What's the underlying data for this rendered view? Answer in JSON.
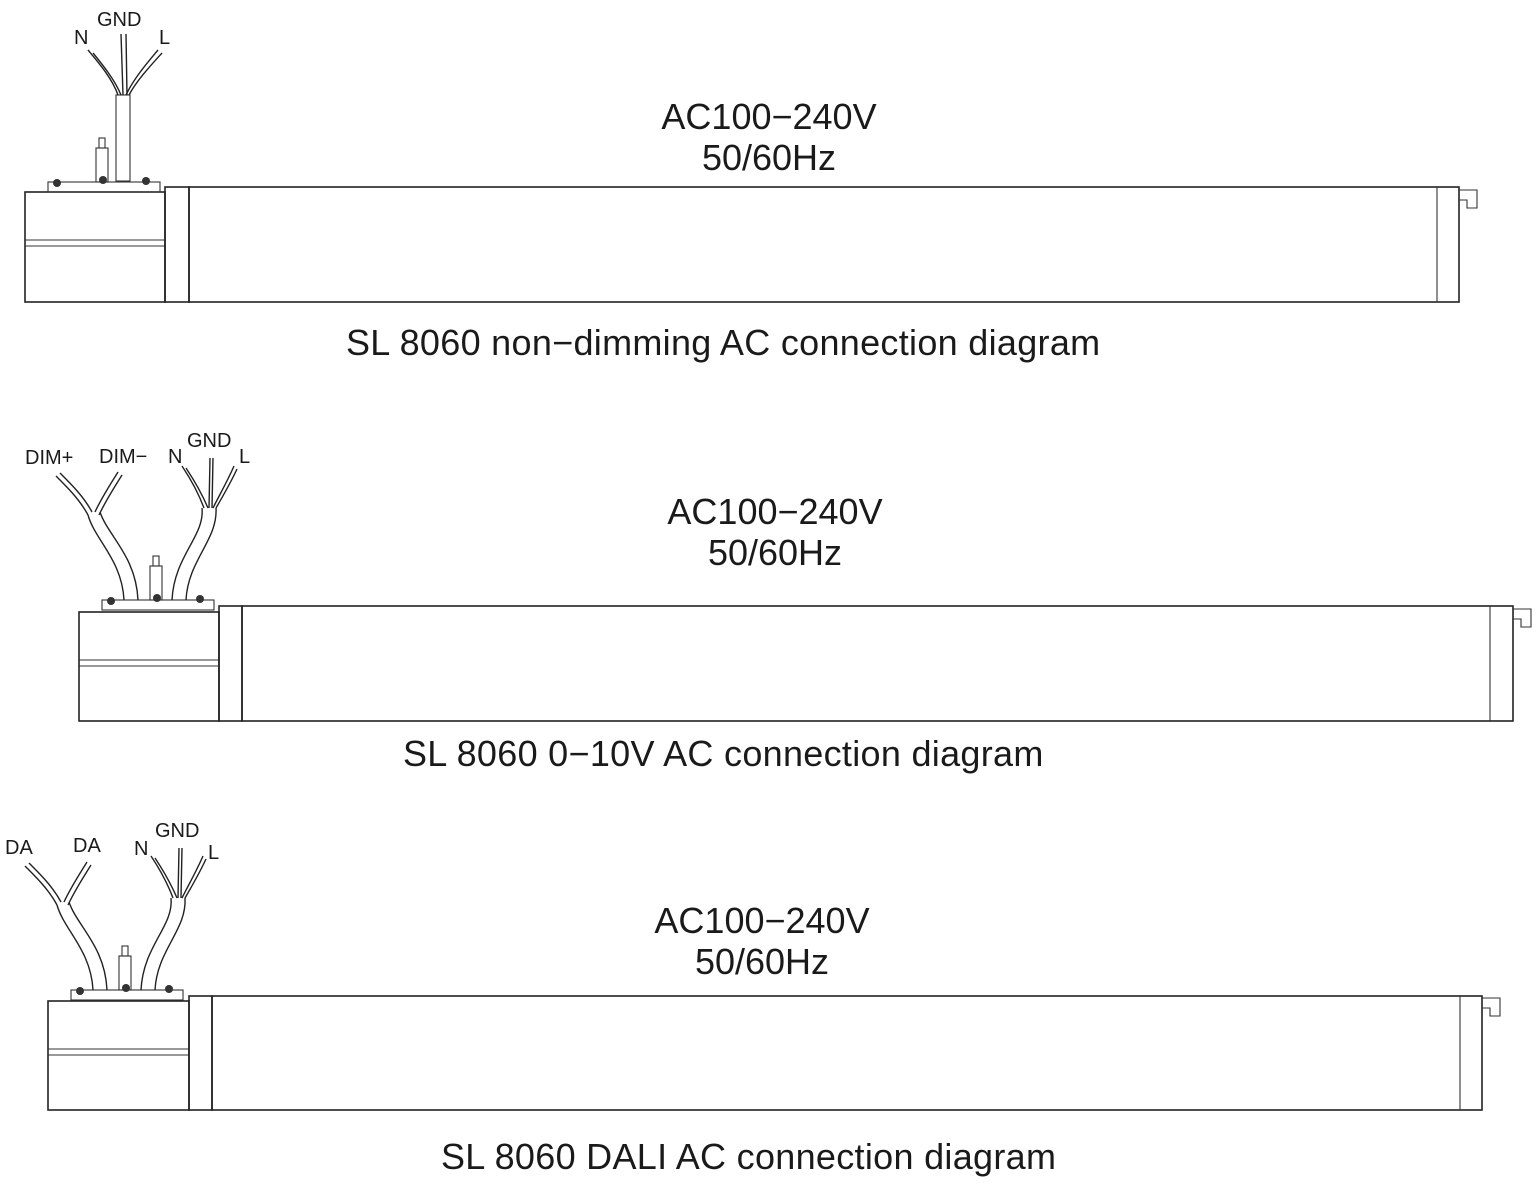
{
  "diagrams": [
    {
      "voltage": "AC100−240V",
      "frequency": "50/60Hz",
      "caption": "SL 8060 non−dimming AC connection diagram",
      "wire_labels": {
        "n": "N",
        "gnd": "GND",
        "l": "L"
      }
    },
    {
      "voltage": "AC100−240V",
      "frequency": "50/60Hz",
      "caption": "SL 8060 0−10V AC connection diagram",
      "wire_labels": {
        "dim_plus": "DIM+",
        "dim_minus": "DIM−",
        "n": "N",
        "gnd": "GND",
        "l": "L"
      }
    },
    {
      "voltage": "AC100−240V",
      "frequency": "50/60Hz",
      "caption": "SL 8060 DALI AC connection diagram",
      "wire_labels": {
        "da1": "DA",
        "da2": "DA",
        "n": "N",
        "gnd": "GND",
        "l": "L"
      }
    }
  ]
}
